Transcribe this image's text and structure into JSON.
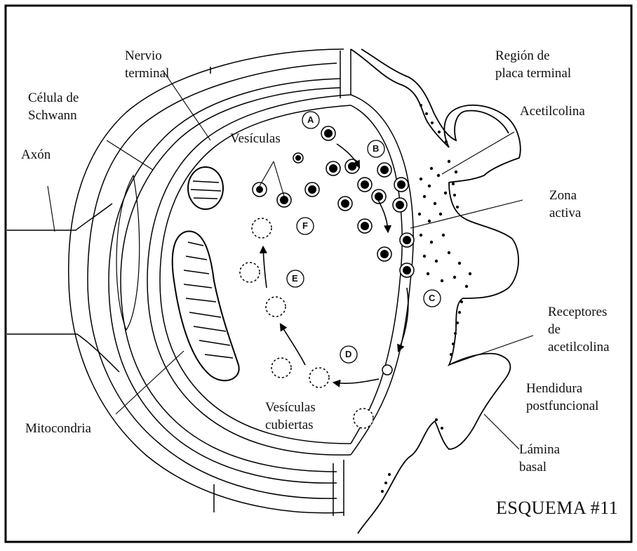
{
  "labels": {
    "nervio": [
      "Nervio",
      "terminal"
    ],
    "celula": [
      "Célula de",
      "Schwann"
    ],
    "axon": "Axón",
    "vesiculas": "Vesículas",
    "mitocondria": "Mitocondria",
    "vesiculas_cubiertas": [
      "Vesículas",
      "cubiertas"
    ],
    "region": [
      "Región de",
      "placa terminal"
    ],
    "acetilcolina": "Acetilcolina",
    "zona": [
      "Zona",
      "activa"
    ],
    "receptores": [
      "Receptores",
      "de",
      "acetilcolina"
    ],
    "hendidura": [
      "Hendidura",
      "postfuncional"
    ],
    "lamina": [
      "Lámina",
      "basal"
    ]
  },
  "letters": {
    "a": "A",
    "b": "B",
    "c": "C",
    "d": "D",
    "e": "E",
    "f": "F"
  },
  "caption": "ESQUEMA #11",
  "colors": {
    "ink": "#111111",
    "border": "#000000",
    "background": "#ffffff"
  }
}
